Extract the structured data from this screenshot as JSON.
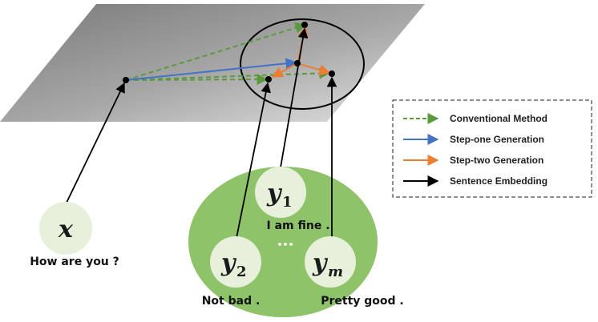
{
  "nodes": {
    "x": {
      "symbol": "x",
      "caption": "How are you ?"
    },
    "y1": {
      "symbol": "y",
      "subscript": "1",
      "caption": "I am fine ."
    },
    "y2": {
      "symbol": "y",
      "subscript": "2",
      "caption": "Not bad ."
    },
    "ym": {
      "symbol": "y",
      "subscript": "m",
      "caption": "Pretty good ."
    },
    "ellipsis": "•••"
  },
  "legend": {
    "items": [
      {
        "label": "Conventional Method",
        "color": "#5a9a3c",
        "style": "dashed"
      },
      {
        "label": "Step-one Generation",
        "color": "#4472c4",
        "style": "solid"
      },
      {
        "label": "Step-two Generation",
        "color": "#ed7d31",
        "style": "solid"
      },
      {
        "label": "Sentence Embedding",
        "color": "#000000",
        "style": "solid"
      }
    ]
  },
  "colors": {
    "plane_light": "#d6d6d6",
    "plane_dark": "#7a7a7a",
    "response_cluster": "#8ec36a",
    "node_fill": "#e7f0da",
    "conventional": "#5a9a3c",
    "step_one": "#4472c4",
    "step_two": "#ed7d31",
    "embedding": "#000000"
  }
}
